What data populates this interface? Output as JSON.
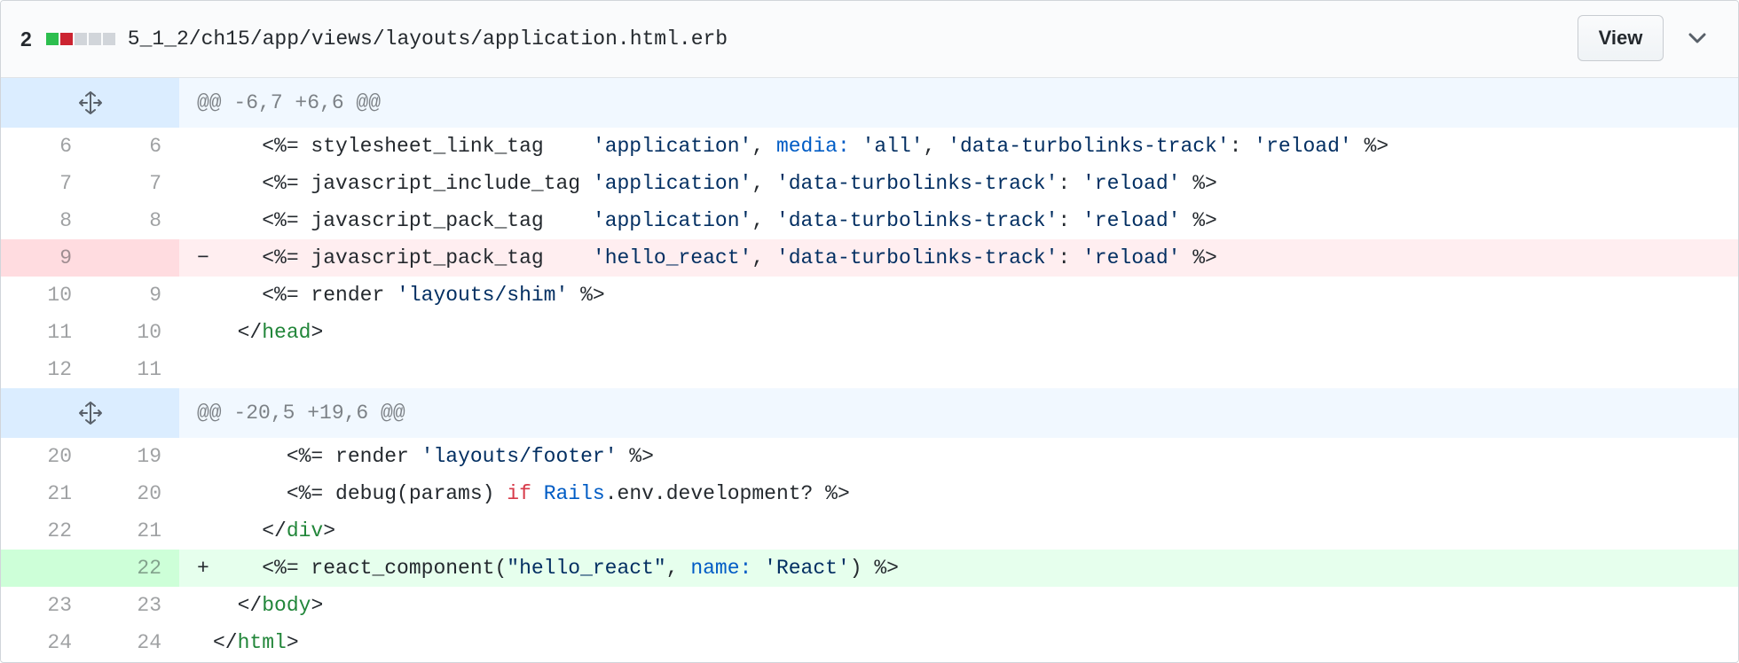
{
  "file": {
    "change_count": "2",
    "diffstat": [
      {
        "kind": "added",
        "color": "#2cbe4e"
      },
      {
        "kind": "deleted",
        "color": "#cb2431"
      },
      {
        "kind": "neutral",
        "color": "#d1d5da"
      },
      {
        "kind": "neutral",
        "color": "#d1d5da"
      },
      {
        "kind": "neutral",
        "color": "#d1d5da"
      }
    ],
    "path": "5_1_2/ch15/app/views/layouts/application.html.erb",
    "view_label": "View",
    "expand_icon": "chevron-down-icon"
  },
  "diff": {
    "hunk1": "@@ -6,7 +6,6 @@",
    "hunk2": "@@ -20,5 +19,6 @@",
    "rows": [
      {
        "old": "6",
        "new": "6",
        "marker": "",
        "indent": "    ",
        "tokens": [
          [
            "p",
            "<%= stylesheet_link_tag    "
          ],
          [
            "s",
            "'application'"
          ],
          [
            "p",
            ", "
          ],
          [
            "k",
            "media:"
          ],
          [
            "p",
            " "
          ],
          [
            "s",
            "'all'"
          ],
          [
            "p",
            ", "
          ],
          [
            "s",
            "'data-turbolinks-track'"
          ],
          [
            "p",
            ": "
          ],
          [
            "s",
            "'reload'"
          ],
          [
            "p",
            " %>"
          ]
        ]
      },
      {
        "old": "7",
        "new": "7",
        "marker": "",
        "indent": "    ",
        "tokens": [
          [
            "p",
            "<%= javascript_include_tag "
          ],
          [
            "s",
            "'application'"
          ],
          [
            "p",
            ", "
          ],
          [
            "s",
            "'data-turbolinks-track'"
          ],
          [
            "p",
            ": "
          ],
          [
            "s",
            "'reload'"
          ],
          [
            "p",
            " %>"
          ]
        ]
      },
      {
        "old": "8",
        "new": "8",
        "marker": "",
        "indent": "    ",
        "tokens": [
          [
            "p",
            "<%= javascript_pack_tag    "
          ],
          [
            "s",
            "'application'"
          ],
          [
            "p",
            ", "
          ],
          [
            "s",
            "'data-turbolinks-track'"
          ],
          [
            "p",
            ": "
          ],
          [
            "s",
            "'reload'"
          ],
          [
            "p",
            " %>"
          ]
        ]
      },
      {
        "old": "9",
        "new": "",
        "marker": "-",
        "indent": "    ",
        "tokens": [
          [
            "p",
            "<%= javascript_pack_tag    "
          ],
          [
            "s",
            "'hello_react'"
          ],
          [
            "p",
            ", "
          ],
          [
            "s",
            "'data-turbolinks-track'"
          ],
          [
            "p",
            ": "
          ],
          [
            "s",
            "'reload'"
          ],
          [
            "p",
            " %>"
          ]
        ]
      },
      {
        "old": "10",
        "new": "9",
        "marker": "",
        "indent": "    ",
        "tokens": [
          [
            "p",
            "<%= render "
          ],
          [
            "s",
            "'layouts/shim'"
          ],
          [
            "p",
            " %>"
          ]
        ]
      },
      {
        "old": "11",
        "new": "10",
        "marker": "",
        "indent": "  ",
        "tokens": [
          [
            "p",
            "</"
          ],
          [
            "t",
            "head"
          ],
          [
            "p",
            ">"
          ]
        ]
      },
      {
        "old": "12",
        "new": "11",
        "marker": "",
        "indent": "",
        "tokens": []
      },
      {
        "old": "20",
        "new": "19",
        "marker": "",
        "indent": "      ",
        "tokens": [
          [
            "p",
            "<%= render "
          ],
          [
            "s",
            "'layouts/footer'"
          ],
          [
            "p",
            " %>"
          ]
        ]
      },
      {
        "old": "21",
        "new": "20",
        "marker": "",
        "indent": "      ",
        "tokens": [
          [
            "p",
            "<%= debug(params) "
          ],
          [
            "w",
            "if"
          ],
          [
            "p",
            " "
          ],
          [
            "c",
            "Rails"
          ],
          [
            "p",
            ".env.development? %>"
          ]
        ]
      },
      {
        "old": "22",
        "new": "21",
        "marker": "",
        "indent": "    ",
        "tokens": [
          [
            "p",
            "</"
          ],
          [
            "t",
            "div"
          ],
          [
            "p",
            ">"
          ]
        ]
      },
      {
        "old": "",
        "new": "22",
        "marker": "+",
        "indent": "    ",
        "tokens": [
          [
            "p",
            "<%= react_component("
          ],
          [
            "s",
            "\"hello_react\""
          ],
          [
            "p",
            ", "
          ],
          [
            "k",
            "name:"
          ],
          [
            "p",
            " "
          ],
          [
            "s",
            "'React'"
          ],
          [
            "p",
            ") %>"
          ]
        ]
      },
      {
        "old": "23",
        "new": "23",
        "marker": "",
        "indent": "  ",
        "tokens": [
          [
            "p",
            "</"
          ],
          [
            "t",
            "body"
          ],
          [
            "p",
            ">"
          ]
        ]
      },
      {
        "old": "24",
        "new": "24",
        "marker": "",
        "indent": "",
        "tokens": [
          [
            "p",
            "</"
          ],
          [
            "t",
            "html"
          ],
          [
            "p",
            ">"
          ]
        ]
      }
    ]
  }
}
